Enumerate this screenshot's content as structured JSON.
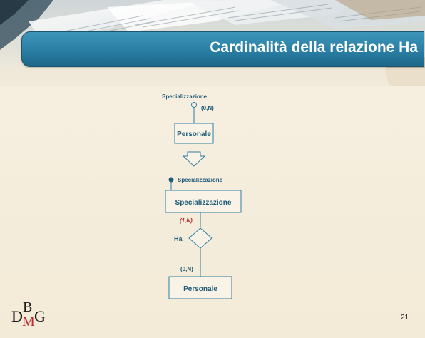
{
  "slide": {
    "title": "Cardinalità della relazione Ha",
    "page_number": "21"
  },
  "diagram_top": {
    "attribute_label": "Specializzazione",
    "cardinality": "(0,N)",
    "entity_label": "Personale"
  },
  "diagram_bottom": {
    "attribute_label": "Specializzazione",
    "entity1_label": "Specializzazione",
    "cardinality_1": "(1,N)",
    "relationship_label": "Ha",
    "cardinality_2": "(0,N)",
    "entity2_label": "Personale"
  },
  "logo": {
    "letters": [
      "D",
      "B",
      "M",
      "G"
    ]
  },
  "colors": {
    "title_bar": "#2a7ea4",
    "diagram_stroke": "#2f7ea5",
    "diagram_text": "#1f5a78",
    "cardinality_accent": "#b3232a",
    "logo_red": "#c0282d"
  }
}
